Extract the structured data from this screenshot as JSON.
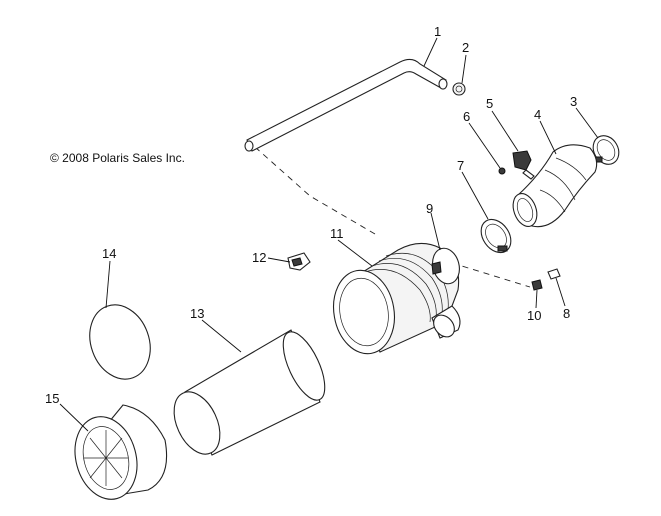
{
  "diagram": {
    "copyright": "© 2008 Polaris Sales Inc.",
    "callouts": {
      "c1": "1",
      "c2": "2",
      "c3": "3",
      "c4": "4",
      "c5": "5",
      "c6": "6",
      "c7": "7",
      "c8": "8",
      "c9": "9",
      "c10": "10",
      "c11": "11",
      "c12": "12",
      "c13": "13",
      "c14": "14",
      "c15": "15"
    }
  }
}
